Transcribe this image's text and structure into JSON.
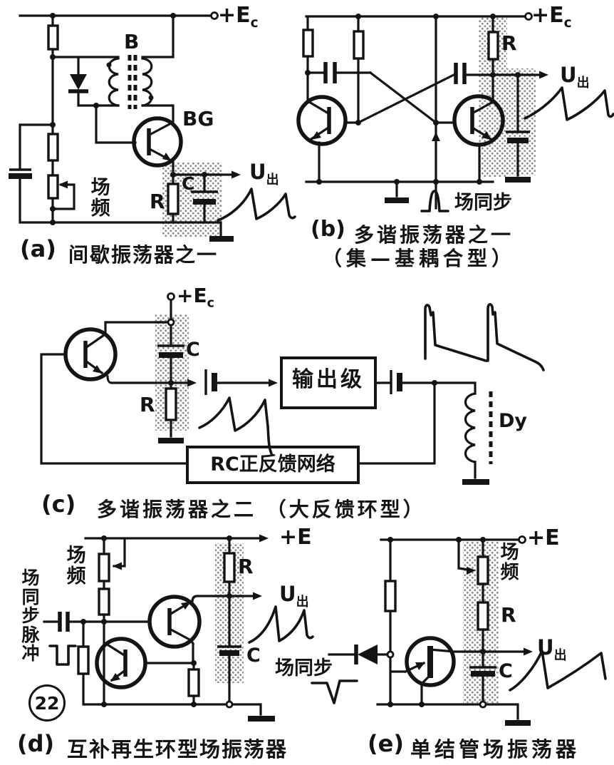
{
  "page": {
    "background": "#ffffff",
    "ink": "#141414",
    "halftone": "#8f8f8f",
    "figure_badge": "22"
  },
  "circuits": {
    "a": {
      "caption_index": "(a)",
      "caption": "间歇振荡器之一",
      "supply": "+E",
      "supply_sub": "c",
      "transformer": "B",
      "transistor": "BG",
      "resistor": "R",
      "capacitor": "C",
      "field_freq": "场频",
      "output": "U",
      "output_sub": "出"
    },
    "b": {
      "caption_index": "(b)",
      "caption_line1": "多谐振荡器之一",
      "caption_line2": "（集—基耦合型）",
      "supply": "+E",
      "supply_sub": "c",
      "resistor": "R",
      "output": "U",
      "output_sub": "出",
      "field_sync": "场同步"
    },
    "c": {
      "caption_index": "(c)",
      "caption": "多谐振荡器之二 （大反馈环型）",
      "supply": "+E",
      "supply_sub": "c",
      "capacitor": "C",
      "resistor": "R",
      "output_stage": "输出级",
      "feedback_network": "RC正反馈网络",
      "yoke": "Dy"
    },
    "d": {
      "caption_index": "(d)",
      "caption": "互补再生环型场振荡器",
      "supply": "+E",
      "field_freq": "场频",
      "sync_input": "场同步脉冲",
      "resistor": "R",
      "capacitor": "C",
      "output": "U",
      "output_sub": "出"
    },
    "e": {
      "caption_index": "(e)",
      "caption": "单结管场振荡器",
      "supply": "+E",
      "field_freq": "场频",
      "resistor": "R",
      "capacitor": "C",
      "output": "U",
      "output_sub": "出",
      "field_sync": "场同步"
    }
  }
}
